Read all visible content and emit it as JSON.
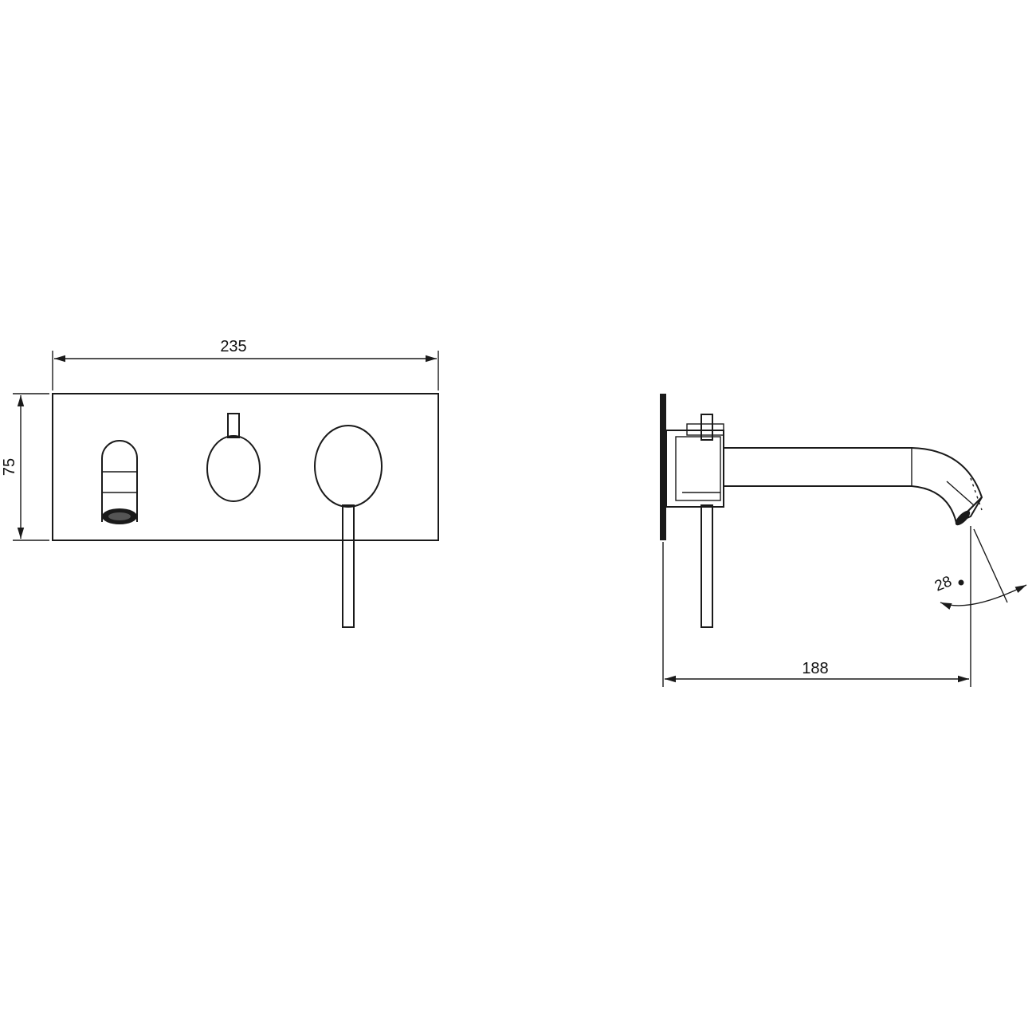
{
  "front_view": {
    "width_label": "235",
    "height_label": "75"
  },
  "side_view": {
    "projection_label": "188",
    "angle_label": "28"
  },
  "colors": {
    "line": "#1a1a1a",
    "background": "#ffffff"
  }
}
